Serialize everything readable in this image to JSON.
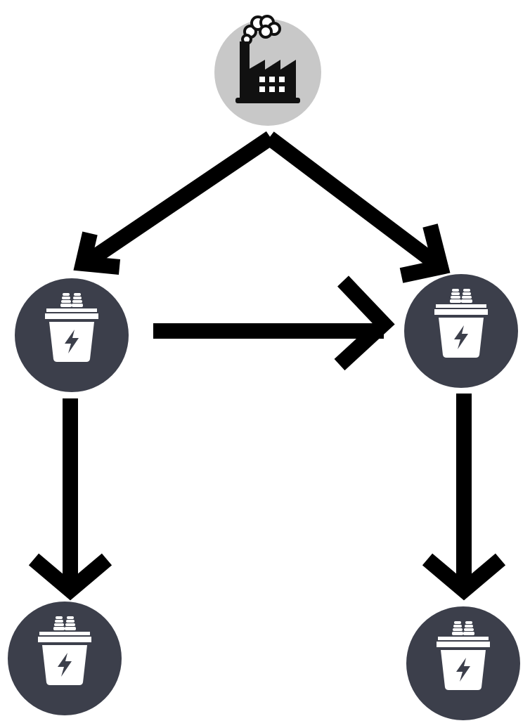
{
  "diagram": {
    "nodes": [
      {
        "id": "power-plant",
        "icon": "factory-icon",
        "kind": "source"
      },
      {
        "id": "transformer-left",
        "icon": "transformer-icon",
        "kind": "transformer"
      },
      {
        "id": "transformer-right",
        "icon": "transformer-icon",
        "kind": "transformer"
      },
      {
        "id": "transformer-bottom-left",
        "icon": "transformer-icon",
        "kind": "transformer"
      },
      {
        "id": "transformer-bottom-right",
        "icon": "transformer-icon",
        "kind": "transformer"
      }
    ],
    "edges": [
      {
        "from": "power-plant",
        "to": "transformer-left"
      },
      {
        "from": "power-plant",
        "to": "transformer-right"
      },
      {
        "from": "transformer-left",
        "to": "transformer-right"
      },
      {
        "from": "transformer-left",
        "to": "transformer-bottom-left"
      },
      {
        "from": "transformer-right",
        "to": "transformer-bottom-right"
      }
    ]
  },
  "colors": {
    "source_circle": "#c8c8c8",
    "transformer_circle": "#3c3f4b",
    "arrow": "#000000",
    "icon_on_dark": "#ffffff",
    "icon_on_light": "#111111"
  }
}
